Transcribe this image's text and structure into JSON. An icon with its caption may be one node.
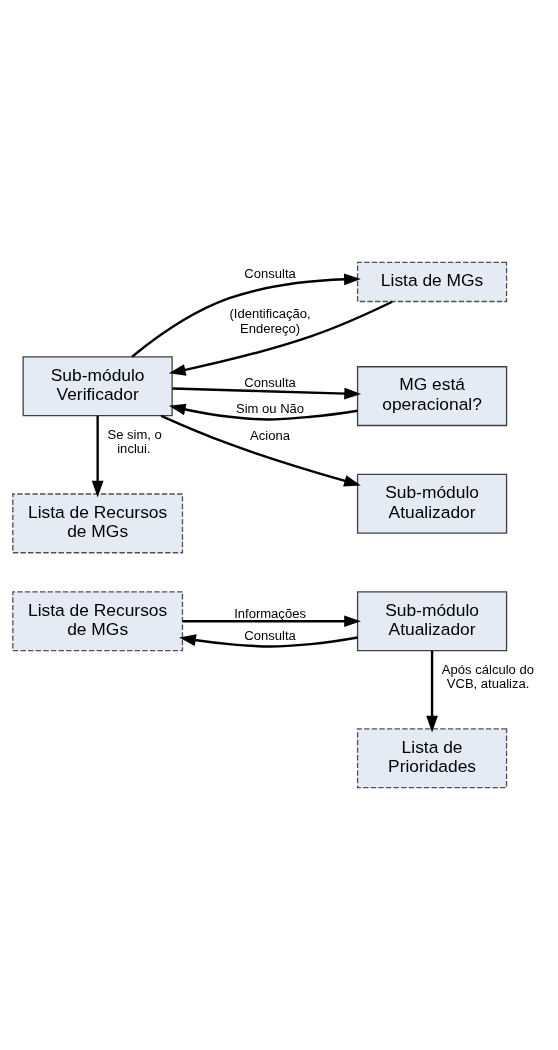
{
  "diagram": {
    "nodes": [
      {
        "text": [
          "Lista de MGs"
        ]
      },
      {
        "text": [
          "Sub-módulo Verificador"
        ]
      },
      {
        "text": [
          "MG está operacional?"
        ]
      },
      {
        "text": [
          "Sub-módulo Atualizador"
        ]
      },
      {
        "text": [
          "Lista de Recursos de MGs"
        ]
      },
      {
        "text": [
          "Lista de Recursos de MGs"
        ]
      },
      {
        "text": [
          "Sub-módulo Atualizador"
        ]
      },
      {
        "text": [
          "Lista de Prioridades"
        ]
      }
    ],
    "edges": [
      {
        "from": 1,
        "to": 0,
        "arrow": "to",
        "label": "Consulta"
      },
      {
        "from": 0,
        "to": 1,
        "arrow": "to",
        "label": "(Identificação, Endereço)"
      },
      {
        "from": 1,
        "to": 2,
        "arrow": "to",
        "label": "Consulta"
      },
      {
        "from": 2,
        "to": 1,
        "arrow": "to",
        "label": "Sim ou Não"
      },
      {
        "from": 1,
        "to": 4,
        "arrow": "to",
        "label": "Se sim, o inclui."
      },
      {
        "from": 1,
        "to": 3,
        "arrow": "to",
        "label": "Aciona"
      },
      {
        "from": 6,
        "to": 5,
        "arrow": "to",
        "label": "Consulta"
      },
      {
        "from": 5,
        "to": 6,
        "arrow": "to",
        "label": "Informações"
      },
      {
        "from": 6,
        "to": 7,
        "arrow": "to",
        "label": "Após cálculo do VCB, atualiza."
      }
    ]
  }
}
